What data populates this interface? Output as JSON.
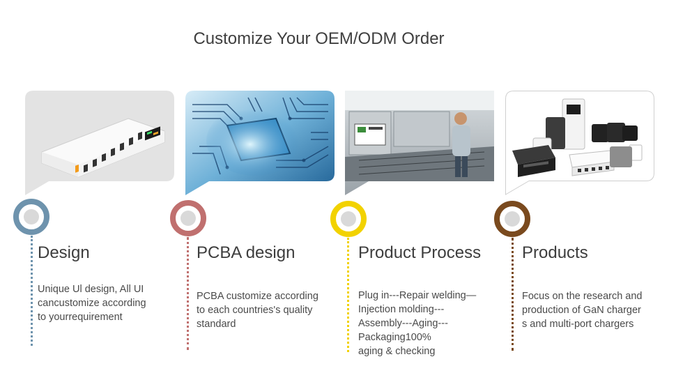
{
  "title": "Customize Your OEM/ODM Order",
  "steps": [
    {
      "heading": "Design",
      "color": "#6e93ad",
      "image": "usb-charger-product-image",
      "lines": [
        "Unique Ul design, All UI",
        "cancustomize according",
        "to yourrequirement"
      ]
    },
    {
      "heading": "PCBA design",
      "color": "#c0706f",
      "image": "pcb-circuit-image",
      "lines": [
        "PCBA customize according",
        "to each countries's quality",
        "standard"
      ]
    },
    {
      "heading": "Product Process",
      "color": "#f2d200",
      "image": "factory-production-line-image",
      "lines": [
        "Plug in---Repair welding—",
        "Injection molding---",
        "Assembly---Aging---",
        "Packaging100%",
        "aging & checking"
      ]
    },
    {
      "heading": "Products",
      "color": "#7a4a1e",
      "image": "charger-products-collection-image",
      "lines": [
        "Focus on the research and",
        "production of GaN charger",
        "s and multi-port chargers"
      ]
    }
  ]
}
